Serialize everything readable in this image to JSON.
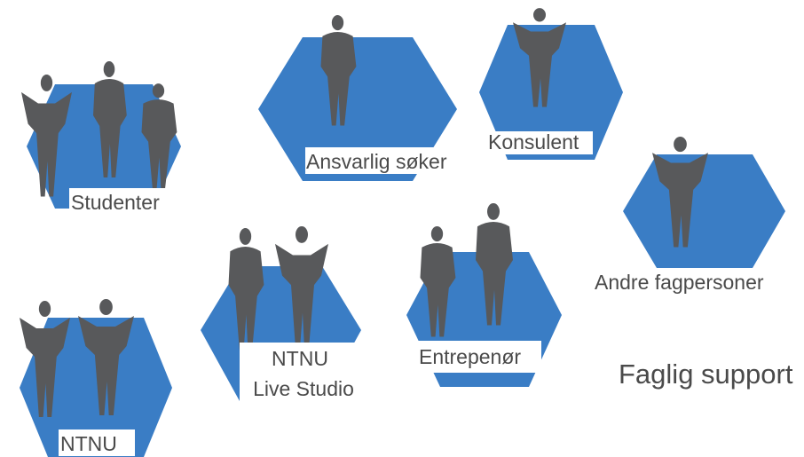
{
  "colors": {
    "hexagon": "#3a7dc5",
    "figure": "#58595b",
    "text": "#4a4a4a",
    "background": "#ffffff"
  },
  "groups": [
    {
      "id": "studenter",
      "label": "Studenter",
      "figures": 3
    },
    {
      "id": "ansvarlig-soker",
      "label": "Ansvarlig søker",
      "figures": 1
    },
    {
      "id": "konsulent",
      "label": "Konsulent",
      "figures": 1
    },
    {
      "id": "andre-fagpersoner",
      "label": "Andre fagpersoner",
      "figures": 1
    },
    {
      "id": "ntnu-live-studio",
      "label_line1": "NTNU",
      "label_line2": "Live Studio",
      "figures": 2
    },
    {
      "id": "entreprenor",
      "label": "Entrepenør",
      "figures": 2
    },
    {
      "id": "ntnu",
      "label": "NTNU",
      "figures": 2
    }
  ],
  "footer_label": "Faglig support"
}
